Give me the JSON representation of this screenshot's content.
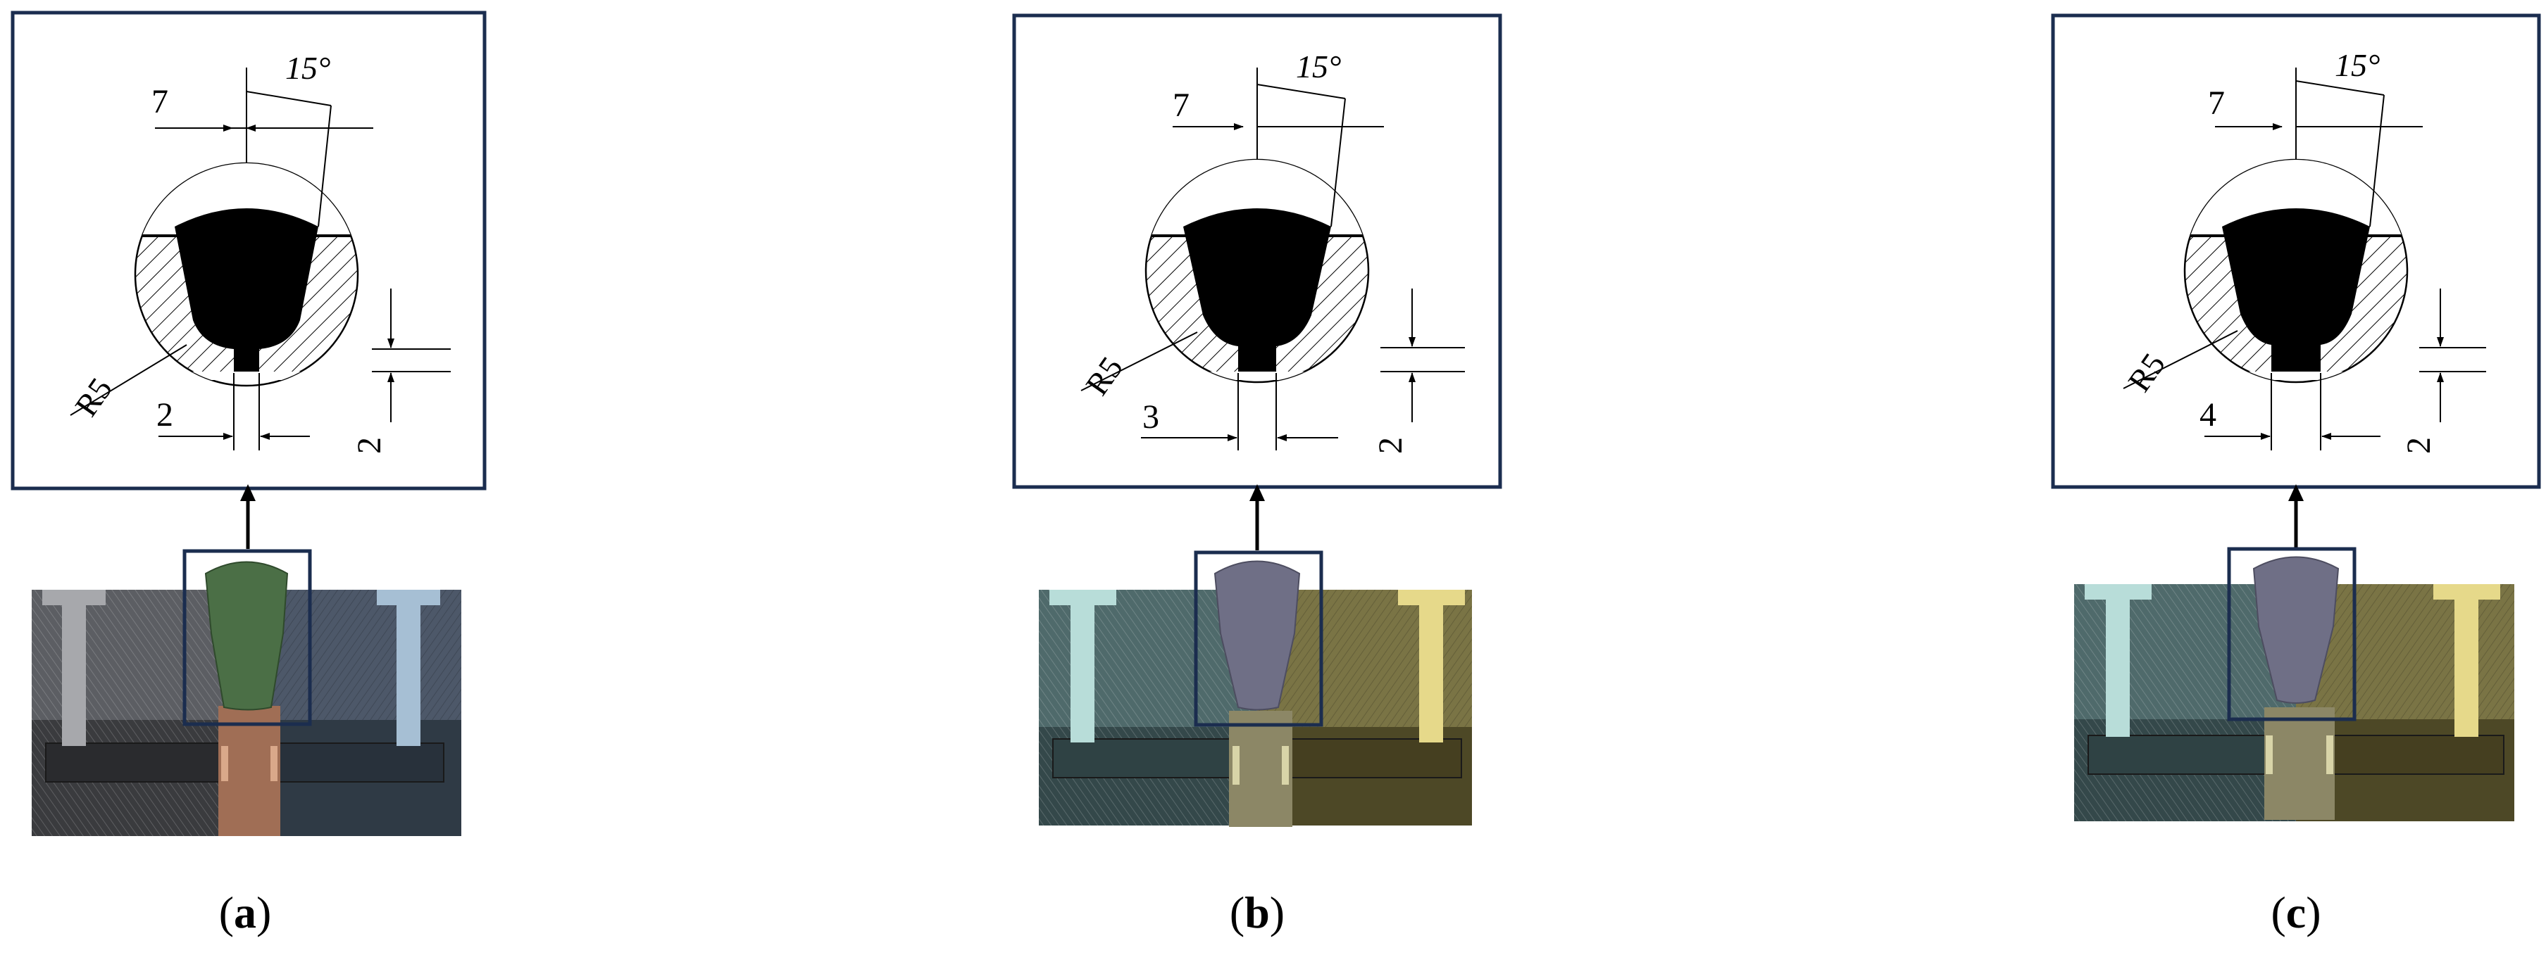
{
  "panels": [
    {
      "id": "a",
      "caption_open": "(",
      "caption_letter": "a",
      "caption_close": ")",
      "dims": {
        "width_top": "7",
        "angle": "15°",
        "radius": "R5",
        "neck_width": "2",
        "neck_depth": "2"
      },
      "colors": {
        "weld": "#4b6f46",
        "left_plate": "#5c5e63",
        "right_plate": "#4d5869",
        "left_bolt": "#a7a8ac",
        "right_bolt": "#a6bfd4",
        "pin": "#a06e55",
        "base_left": "#3a3b3e",
        "base_right": "#2f3a45"
      }
    },
    {
      "id": "b",
      "caption_open": "(",
      "caption_letter": "b",
      "caption_close": ")",
      "dims": {
        "width_top": "7",
        "angle": "15°",
        "radius": "R5",
        "neck_width": "3",
        "neck_depth": "2"
      },
      "colors": {
        "weld": "#6f6f86",
        "left_plate": "#4f6a6b",
        "right_plate": "#7a7445",
        "left_bolt": "#b8ddd9",
        "right_bolt": "#e6d98a",
        "pin": "#8c8766",
        "base_left": "#34484a",
        "base_right": "#4d4826"
      }
    },
    {
      "id": "c",
      "caption_open": "(",
      "caption_letter": "c",
      "caption_close": ")",
      "dims": {
        "width_top": "7",
        "angle": "15°",
        "radius": "R5",
        "neck_width": "4",
        "neck_depth": "2"
      },
      "colors": {
        "weld": "#6f6f86",
        "left_plate": "#4f6a6b",
        "right_plate": "#7a7445",
        "left_bolt": "#b8ddd9",
        "right_bolt": "#e6d98a",
        "pin": "#8c8766",
        "base_left": "#34484a",
        "base_right": "#4d4826"
      }
    }
  ],
  "frame_color": "#1b2d4f"
}
